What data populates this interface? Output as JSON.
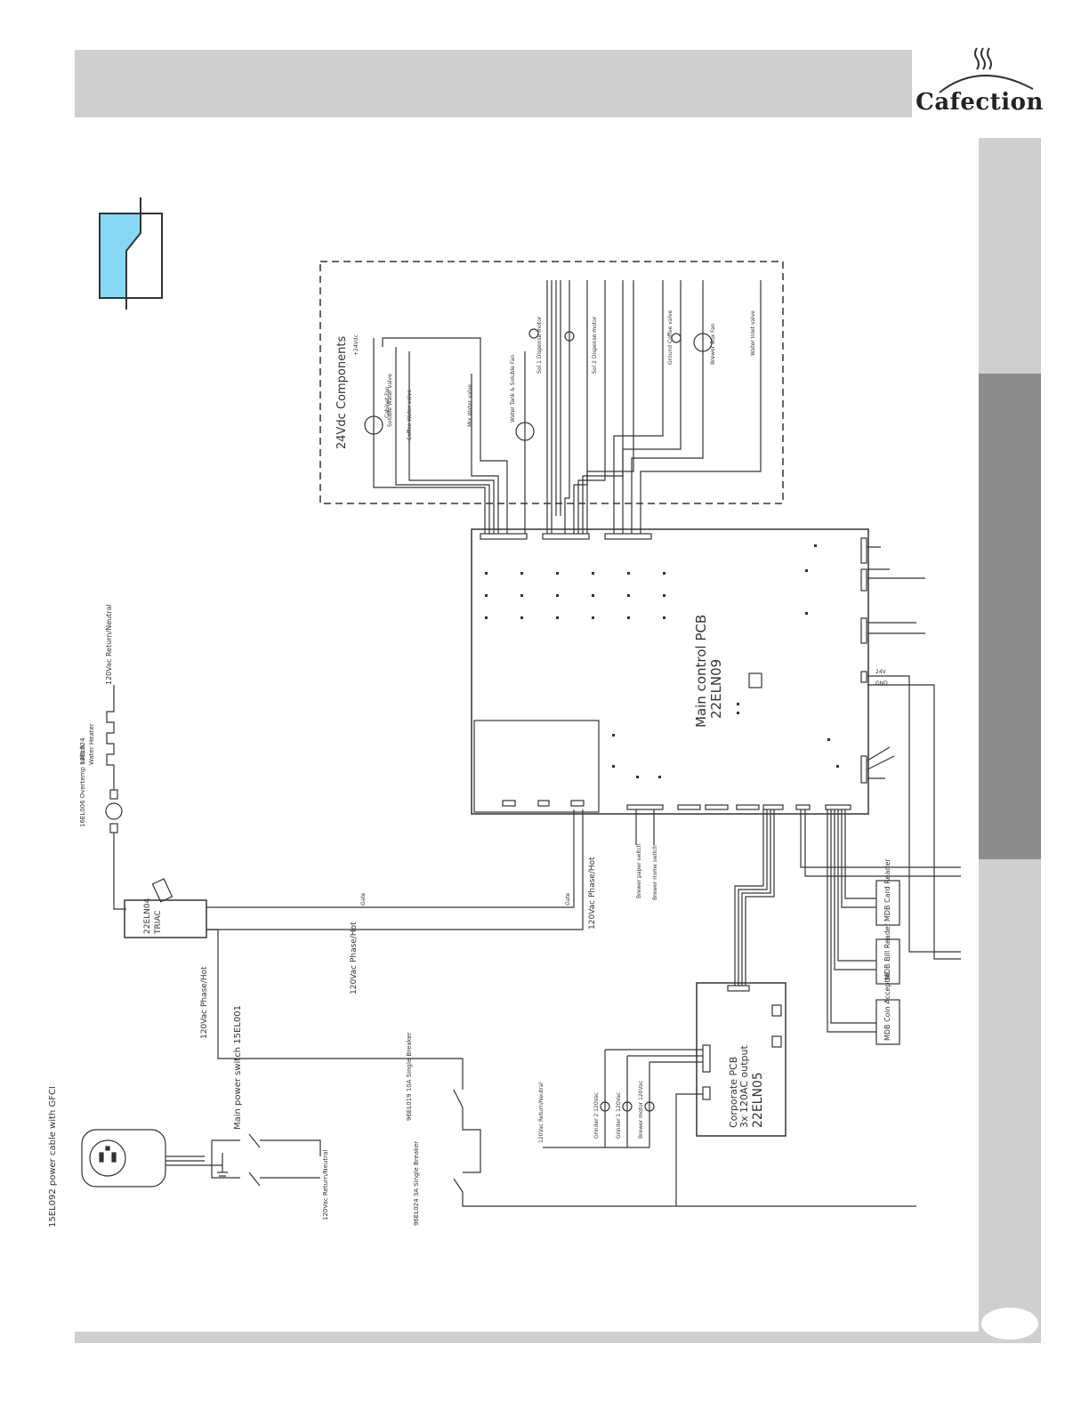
{
  "brand": {
    "name": "Cafection"
  },
  "labels": {
    "dc_components": "24Vdc Components",
    "main_pcb_name": "Main control PCB",
    "main_pcb_code": "22ELN09",
    "corporate_pcb_name": "Corporate PCB",
    "corporate_pcb_sub": "3x 120AC output",
    "corporate_pcb_code": "22ELN05",
    "triac_name": "22ELN04",
    "triac_sub": "TRIAC",
    "heater_name": "17EL024",
    "heater_sub": "Water Heater",
    "return_neutral_top": "120Vac Return/Neutral",
    "phase_hot_1": "120Vac Phase/Hot",
    "phase_hot_2": "120Vac Phase/Hot",
    "phase_hot_3": "120Vac Phase/Hot",
    "power_cable": "15EL092 power cable with GFCI",
    "main_power": "Main power switch 15EL001",
    "return_neutral_bottom": "120Vac Return/Neutral",
    "breaker_1": "96EL019 10A Single Breaker",
    "breaker_2": "96EL024 3A Single Breaker",
    "gate_1": "Gate",
    "gate_2": "Gate",
    "mdb_card": "MDB Card Reader",
    "mdb_bill": "MDB Bill Reader",
    "mdb_coin": "MDB Coin Acceptor",
    "grinder_2": "Grinder 2 120Vac",
    "grinder_1": "Grinder 1 120Vac",
    "brewer_motor": "Brewer motor 120Vac",
    "return_neutral_mid": "120Vac Return/Neutral",
    "overtemp": "16EL006 Overtemp switch",
    "ground_coffee_valve": "Ground Coffee valve",
    "brewer_fan": "Brewer Box Fan",
    "water_inlet_valve": "Water Inlet valve",
    "solenoid_1": "Sol 1 Dispense motor",
    "solenoid_2": "Sol 2 Dispense motor",
    "soluble_valve": "Soluble Water valve",
    "coffee_valve": "Coffee Water valve",
    "mix_valve": "Mix Water valve",
    "soluble_fan": "Water Tank & Soluble Fan",
    "cabinet_fan": "Cabinet Fan",
    "vdc_top": "+24Vdc",
    "paper_switch": "Brewer paper switch",
    "brewer_home": "Brewer Home switch",
    "pcb_24v": "24V",
    "pcb_gnd": "GND"
  },
  "colors": {
    "accent": "#87d8f5",
    "header": "#cfcfcf",
    "tab_dark": "#8c8c8c",
    "line": "#333333"
  }
}
